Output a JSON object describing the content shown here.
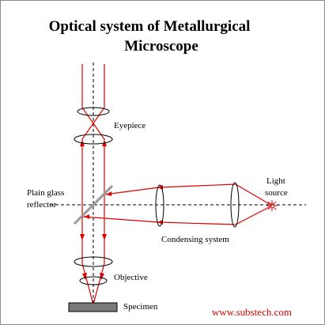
{
  "title": {
    "line1": "Optical system of Metallurgical",
    "line2": "Microscope"
  },
  "labels": {
    "eyepiece": "Eyepiece",
    "plain_glass_line1": "Plain glass",
    "plain_glass_line2": "reflector",
    "light_line1": "Light",
    "light_line2": "source",
    "condensing": "Condensing system",
    "objective": "Objective",
    "specimen": "Specimen"
  },
  "watermark": "www.substech.com",
  "colors": {
    "ray": "#e00000",
    "axis": "#000000",
    "lens_outline": "#000000",
    "reflector": "#999999",
    "specimen": "#7a7a7a",
    "watermark": "#e00000"
  }
}
